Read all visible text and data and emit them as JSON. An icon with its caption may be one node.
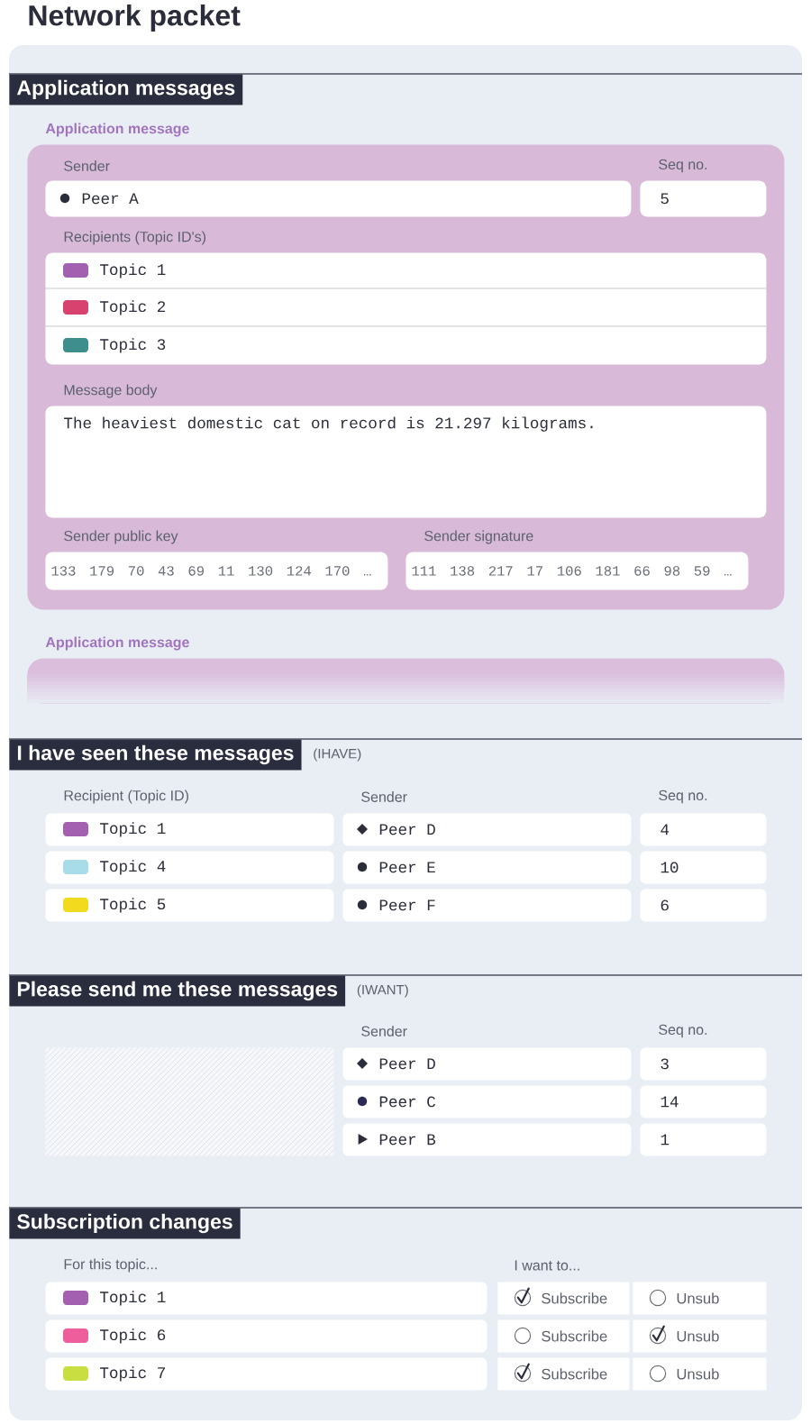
{
  "diagram": {
    "title": "Network packet",
    "nodes": [
      {
        "text": [
          "Application messages"
        ]
      },
      {
        "text": [
          "Application message"
        ],
        "in": 0
      },
      {
        "text": [
          "Sender",
          "Peer A"
        ],
        "in": 1
      },
      {
        "text": [
          "Seq no.",
          "5"
        ],
        "in": 1
      },
      {
        "text": [
          "Recipients (Topic ID's)"
        ],
        "in": 1
      },
      {
        "text": [
          "Topic 1"
        ],
        "in": 4
      },
      {
        "text": [
          "Topic 2"
        ],
        "in": 4
      },
      {
        "text": [
          "Topic 3"
        ],
        "in": 4
      },
      {
        "text": [
          "Message body",
          "The heaviest domestic cat on record is 21.297 kilograms."
        ],
        "in": 1
      },
      {
        "text": [
          "Sender public key",
          "133 179 70 43 69 11 130 124 170 …"
        ],
        "in": 1
      },
      {
        "text": [
          "Sender signature",
          "111 138 217 17 106 181 66 98 59 …"
        ],
        "in": 1
      },
      {
        "text": [
          "Application message"
        ],
        "in": 0
      },
      {
        "text": [
          "I have seen these messages",
          "(IHAVE)",
          "Recipient (Topic ID)",
          "Sender",
          "Seq no."
        ]
      },
      {
        "text": [
          "Topic 1"
        ],
        "in": 12
      },
      {
        "text": [
          "Peer D"
        ],
        "in": 12
      },
      {
        "text": [
          "4"
        ],
        "in": 12
      },
      {
        "text": [
          "Topic 4"
        ],
        "in": 12
      },
      {
        "text": [
          "Peer E"
        ],
        "in": 12
      },
      {
        "text": [
          "10"
        ],
        "in": 12
      },
      {
        "text": [
          "Topic 5"
        ],
        "in": 12
      },
      {
        "text": [
          "Peer F"
        ],
        "in": 12
      },
      {
        "text": [
          "6"
        ],
        "in": 12
      },
      {
        "text": [
          "Please send me these messages",
          "(IWANT)",
          "Sender",
          "Seq no."
        ]
      },
      {
        "text": [],
        "shape": "box",
        "in": 22
      },
      {
        "text": [
          "Peer D"
        ],
        "in": 22
      },
      {
        "text": [
          "3"
        ],
        "in": 22
      },
      {
        "text": [
          "Peer C"
        ],
        "in": 22
      },
      {
        "text": [
          "14"
        ],
        "in": 22
      },
      {
        "text": [
          "Peer B"
        ],
        "in": 22
      },
      {
        "text": [
          "1"
        ],
        "in": 22
      },
      {
        "text": [
          "Subscription changes",
          "For this topic...",
          "I want to..."
        ]
      },
      {
        "text": [
          "Topic 1"
        ],
        "in": 30
      },
      {
        "text": [
          "Subscribe"
        ],
        "in": 30
      },
      {
        "text": [
          "Unsub"
        ],
        "in": 30
      },
      {
        "text": [
          "Topic 6"
        ],
        "in": 30
      },
      {
        "text": [
          "Subscribe"
        ],
        "in": 30
      },
      {
        "text": [
          "Unsub"
        ],
        "in": 30
      },
      {
        "text": [
          "Topic 7"
        ],
        "in": 30
      },
      {
        "text": [
          "Subscribe"
        ],
        "in": 30
      },
      {
        "text": [
          "Unsub"
        ],
        "in": 30
      }
    ]
  }
}
